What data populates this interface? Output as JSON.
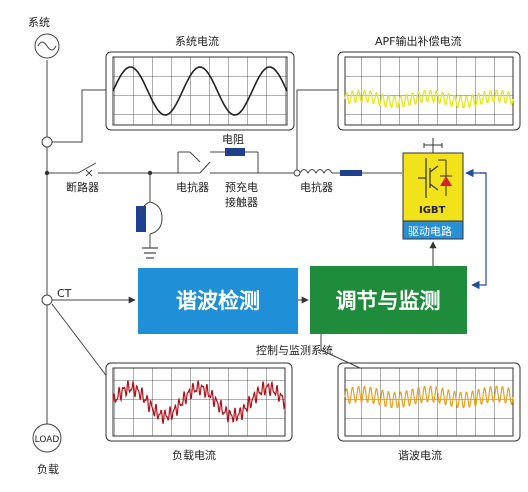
{
  "labels": {
    "system": "系统",
    "system_current": "系统电流",
    "apf_output": "APF输出补偿电流",
    "breaker": "断路器",
    "reactor_left": "电抗器",
    "resistor": "电阻",
    "precharge_1": "预充电",
    "precharge_2": "接触器",
    "reactor_right": "电抗器",
    "igbt": "IGBT",
    "driver": "驱动电路",
    "ct": "CT",
    "harmonic_detect": "谐波检测",
    "regulate_monitor": "调节与监测",
    "control_system": "控制与监测系统",
    "load_current": "负载电流",
    "harmonic_current": "谐波电流",
    "load": "LOAD",
    "load_label": "负载"
  },
  "colors": {
    "harmonic_detect_bg": "#1f8fd8",
    "regulate_monitor_bg": "#1e8c3a",
    "igbt_bg": "#f2e21a",
    "driver_bg": "#2a8fd6",
    "sine_wave": "#222222",
    "apf_wave": "#e6e620",
    "load_wave": "#b0101a",
    "harmonic_wave": "#e8a020",
    "component_blue": "#1f3f8f",
    "arrow_blue": "#1f4fa0"
  },
  "icons": {
    "source": "ac-source-icon",
    "breaker": "switch-icon",
    "capacitor": "capacitor-icon",
    "resistor": "resistor-icon",
    "inductor": "inductor-icon",
    "igbt": "igbt-icon",
    "load": "load-icon"
  }
}
